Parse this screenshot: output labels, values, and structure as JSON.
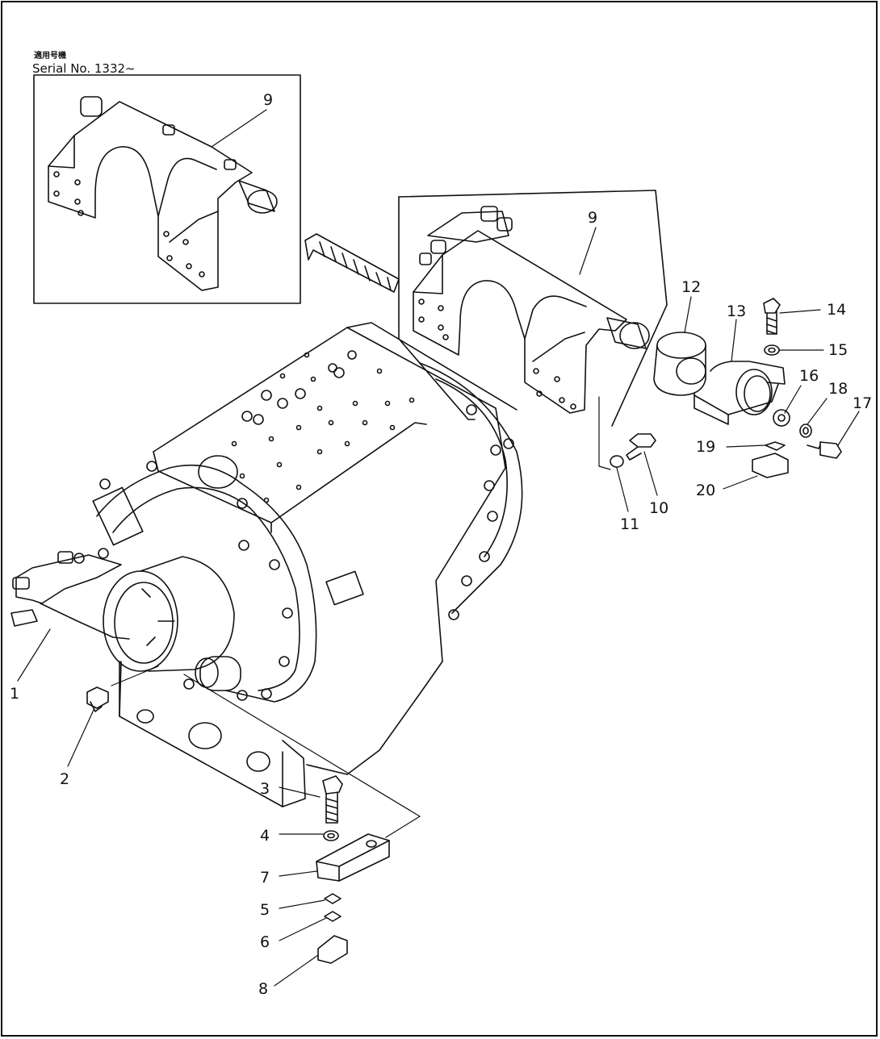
{
  "inset": {
    "serial_jp": "適用号機",
    "serial_label": "Serial No. 1332~"
  },
  "callouts": [
    "1",
    "2",
    "3",
    "4",
    "5",
    "6",
    "7",
    "8",
    "9",
    "9",
    "10",
    "11",
    "12",
    "13",
    "14",
    "15",
    "16",
    "17",
    "18",
    "19",
    "20"
  ]
}
